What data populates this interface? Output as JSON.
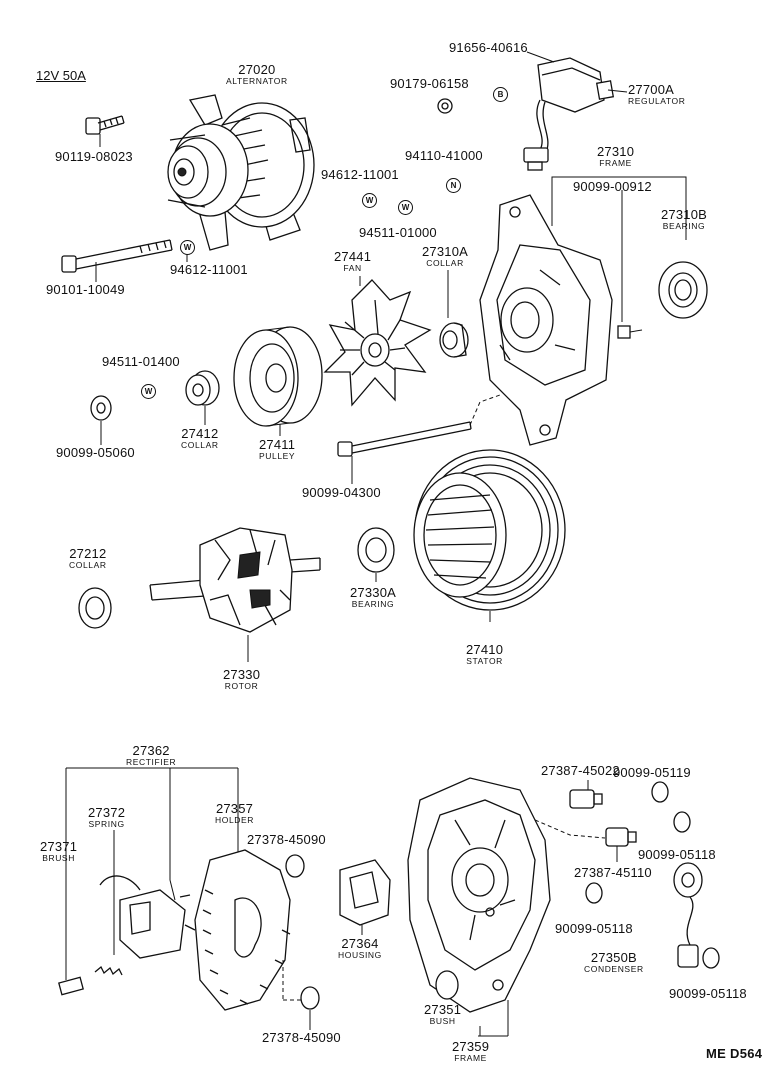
{
  "header": {
    "spec": "12V 50A",
    "code": "ME D564"
  },
  "labels": {
    "p27020": {
      "no": "27020",
      "name": "ALTERNATOR"
    },
    "p90119": {
      "no": "90119-08023"
    },
    "p90101": {
      "no": "90101-10049"
    },
    "p94612a": {
      "no": "94612-11001"
    },
    "p94612b": {
      "no": "94612-11001"
    },
    "p94511a": {
      "no": "94511-01000"
    },
    "p94511b": {
      "no": "94511-01400"
    },
    "p91656": {
      "no": "91656-40616"
    },
    "p90179": {
      "no": "90179-06158"
    },
    "p27700A": {
      "no": "27700A",
      "name": "REGULATOR"
    },
    "p94110": {
      "no": "94110-41000"
    },
    "p27310": {
      "no": "27310",
      "name": "FRAME"
    },
    "p90099_00912": {
      "no": "90099-00912"
    },
    "p27310B": {
      "no": "27310B",
      "name": "BEARING"
    },
    "p27441": {
      "no": "27441",
      "name": "FAN"
    },
    "p27310A": {
      "no": "27310A",
      "name": "COLLAR"
    },
    "p27412": {
      "no": "27412",
      "name": "COLLAR"
    },
    "p27411": {
      "no": "27411",
      "name": "PULLEY"
    },
    "p90099_05060": {
      "no": "90099-05060"
    },
    "p90099_04300": {
      "no": "90099-04300"
    },
    "p27212": {
      "no": "27212",
      "name": "COLLAR"
    },
    "p27330A": {
      "no": "27330A",
      "name": "BEARING"
    },
    "p27410": {
      "no": "27410",
      "name": "STATOR"
    },
    "p27330": {
      "no": "27330",
      "name": "ROTOR"
    },
    "p27362": {
      "no": "27362",
      "name": "RECTIFIER"
    },
    "p27372": {
      "no": "27372",
      "name": "SPRING"
    },
    "p27357": {
      "no": "27357",
      "name": "HOLDER"
    },
    "p27371": {
      "no": "27371",
      "name": "BRUSH"
    },
    "p27378a": {
      "no": "27378-45090"
    },
    "p27378b": {
      "no": "27378-45090"
    },
    "p27364": {
      "no": "27364",
      "name": "HOUSING"
    },
    "p27351": {
      "no": "27351",
      "name": "BUSH"
    },
    "p27359": {
      "no": "27359",
      "name": "FRAME"
    },
    "p90099_05119": {
      "no": "90099-05119"
    },
    "p27387a": {
      "no": "27387-45022"
    },
    "p27387b": {
      "no": "27387-45110"
    },
    "p90099_05118a": {
      "no": "90099-05118"
    },
    "p90099_05118b": {
      "no": "90099-05118"
    },
    "p90099_05118c": {
      "no": "90099-05118"
    },
    "p27350B": {
      "no": "27350B",
      "name": "CONDENSER"
    }
  },
  "symbols": {
    "w": "W",
    "n": "N",
    "b": "B"
  }
}
